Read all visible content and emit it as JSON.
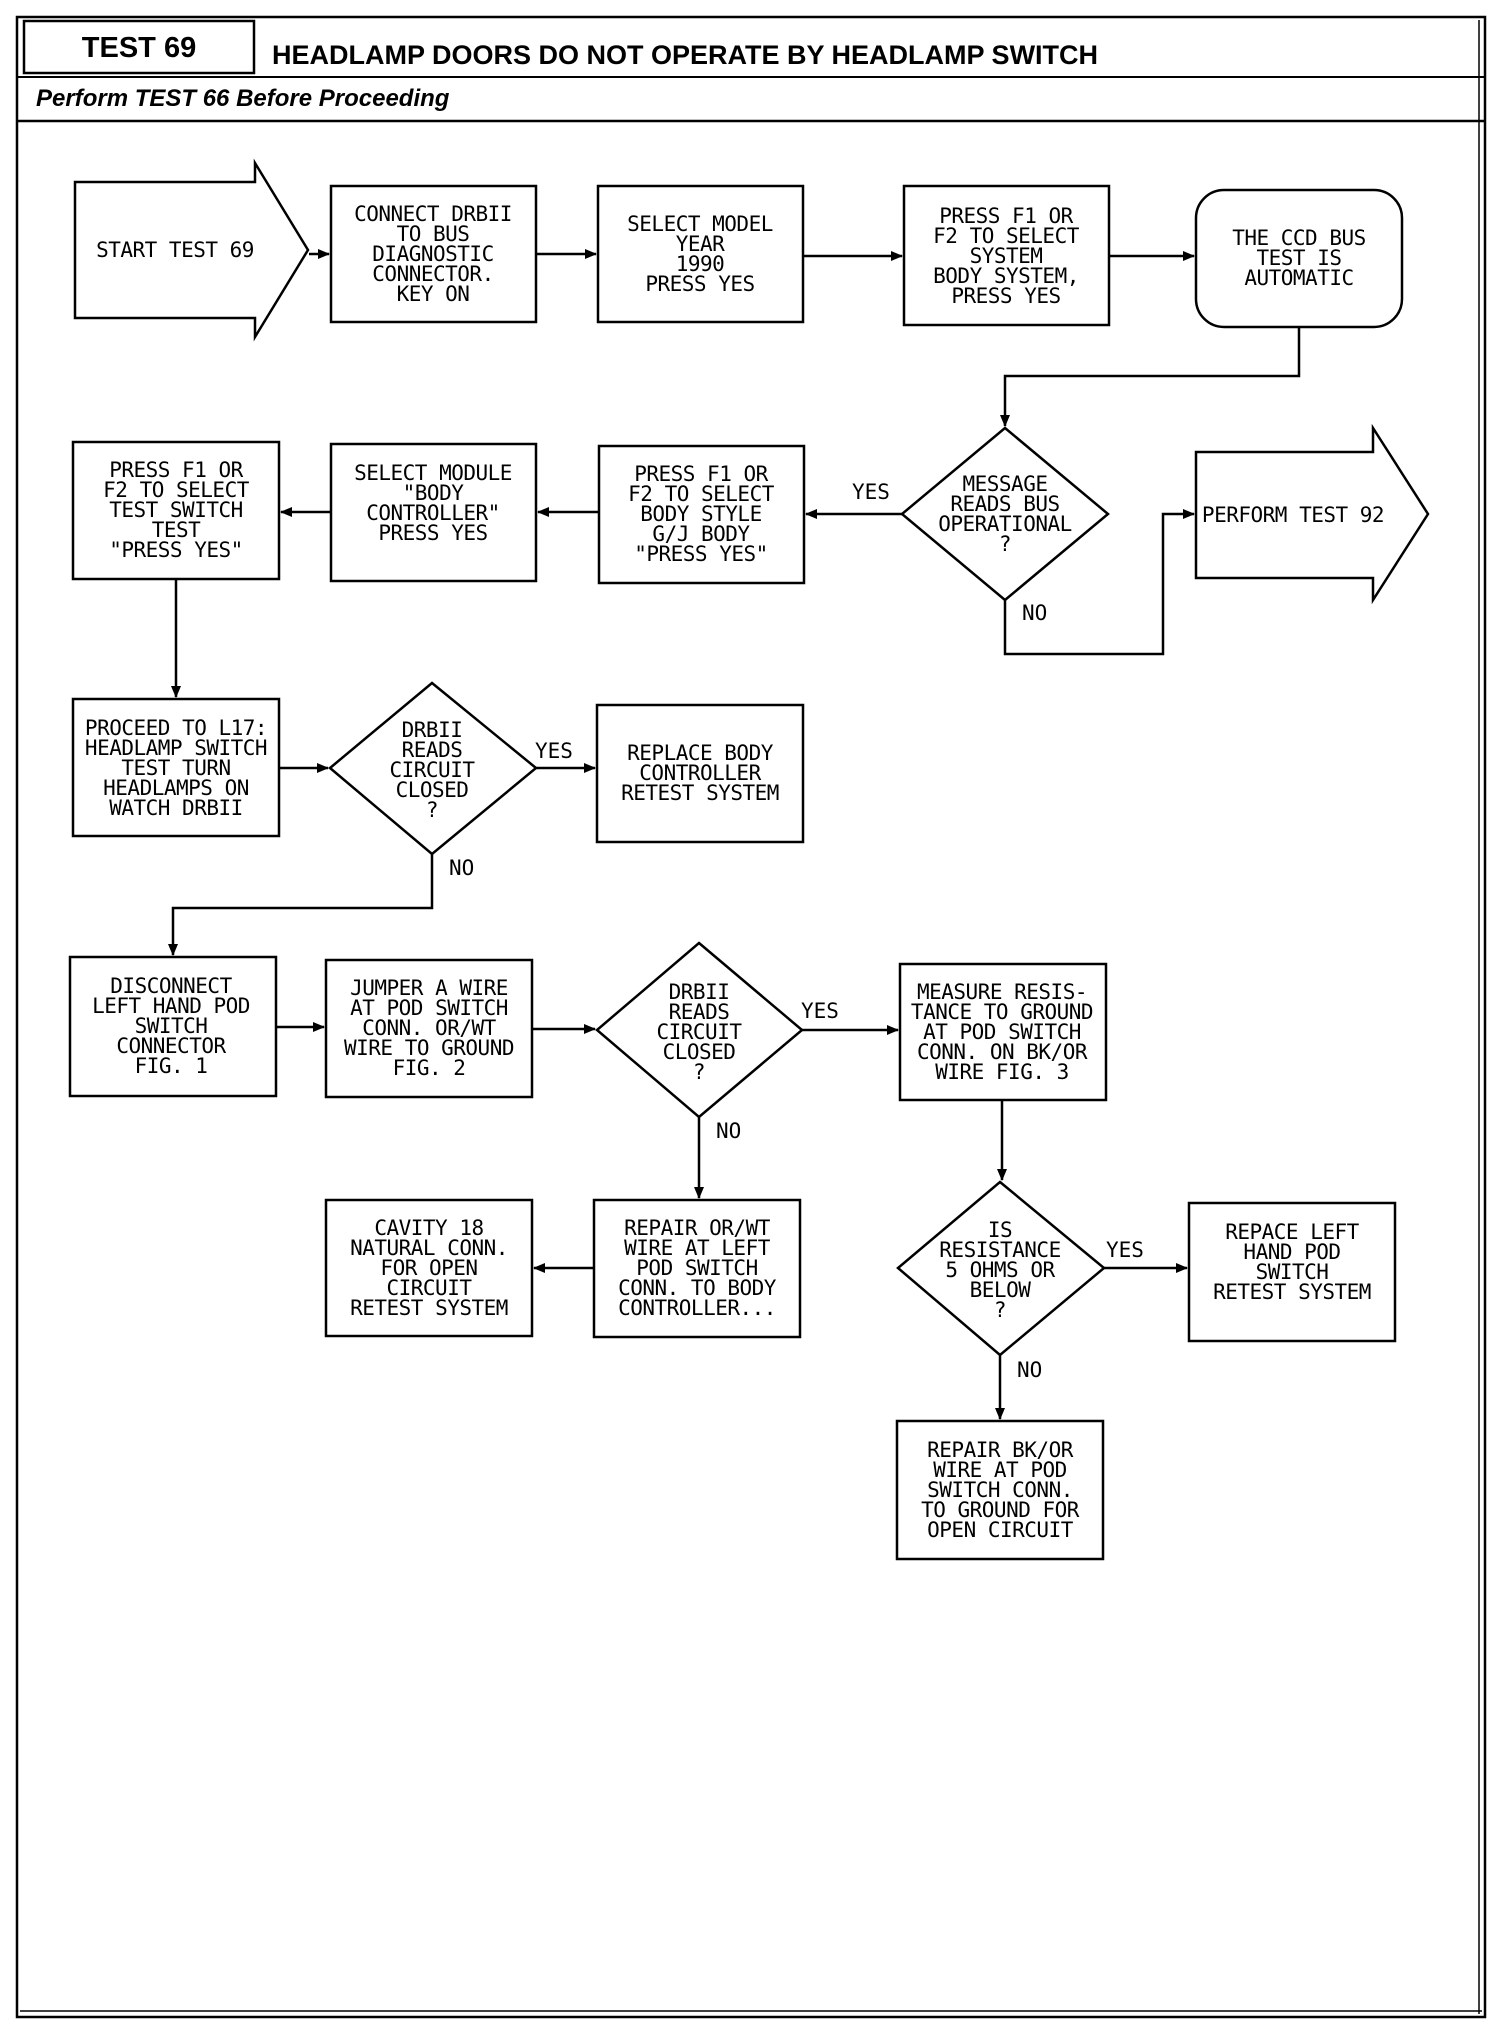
{
  "header": {
    "test_number": "TEST 69",
    "title": "HEADLAMP DOORS DO NOT OPERATE BY HEADLAMP SWITCH",
    "subtitle": "Perform TEST 66 Before Proceeding"
  },
  "nodes": {
    "start": [
      "START TEST 69"
    ],
    "connect": [
      "CONNECT DRBII",
      "TO BUS",
      "DIAGNOSTIC",
      "CONNECTOR.",
      "KEY ON"
    ],
    "select_year": [
      "SELECT MODEL",
      "YEAR",
      "1990",
      "PRESS YES"
    ],
    "select_system": [
      "PRESS F1 OR",
      "F2 TO SELECT",
      "SYSTEM",
      "BODY SYSTEM,",
      "PRESS YES"
    ],
    "ccd_auto": [
      "THE CCD BUS",
      "TEST IS",
      "AUTOMATIC"
    ],
    "msg_bus": [
      "MESSAGE",
      "READS BUS",
      "OPERATIONAL",
      "?"
    ],
    "test92": [
      "PERFORM TEST 92"
    ],
    "body_style": [
      "PRESS F1 OR",
      "F2 TO SELECT",
      "BODY STYLE",
      "G/J BODY",
      "\"PRESS YES\""
    ],
    "select_module": [
      "SELECT MODULE",
      "\"BODY",
      "CONTROLLER\"",
      "PRESS YES"
    ],
    "test_switch": [
      "PRESS F1 OR",
      "F2 TO SELECT",
      "TEST SWITCH",
      "TEST",
      "\"PRESS YES\""
    ],
    "proceed_l17": [
      "PROCEED TO L17:",
      "HEADLAMP SWITCH",
      "TEST TURN",
      "HEADLAMPS ON",
      "WATCH DRBII"
    ],
    "drb_closed_1": [
      "DRBII",
      "READS",
      "CIRCUIT",
      "CLOSED",
      "?"
    ],
    "replace_body": [
      "REPLACE BODY",
      "CONTROLLER",
      "RETEST SYSTEM"
    ],
    "disconnect": [
      "DISCONNECT",
      "LEFT HAND POD",
      "SWITCH",
      "CONNECTOR",
      "FIG. 1"
    ],
    "jumper": [
      "JUMPER A WIRE",
      "AT POD SWITCH",
      "CONN. OR/WT",
      "WIRE TO GROUND",
      "FIG. 2"
    ],
    "drb_closed_2": [
      "DRBII",
      "READS",
      "CIRCUIT",
      "CLOSED",
      "?"
    ],
    "measure": [
      "MEASURE RESIS-",
      "TANCE TO GROUND",
      "AT POD SWITCH",
      "CONN. ON BK/OR",
      "WIRE FIG. 3"
    ],
    "repair_orwt": [
      "REPAIR OR/WT",
      "WIRE AT LEFT",
      "POD SWITCH",
      "CONN. TO BODY",
      "CONTROLLER..."
    ],
    "cavity": [
      "CAVITY 18",
      "NATURAL CONN.",
      "FOR OPEN",
      "CIRCUIT",
      "RETEST SYSTEM"
    ],
    "resistance": [
      "IS",
      "RESISTANCE",
      "5 OHMS OR",
      "BELOW",
      "?"
    ],
    "replace_pod": [
      "REPACE LEFT",
      "HAND POD",
      "SWITCH",
      "RETEST SYSTEM"
    ],
    "repair_bkor": [
      "REPAIR BK/OR",
      "WIRE AT POD",
      "SWITCH CONN.",
      "TO GROUND FOR",
      "OPEN CIRCUIT"
    ]
  },
  "labels": {
    "yes": "YES",
    "no": "NO"
  }
}
